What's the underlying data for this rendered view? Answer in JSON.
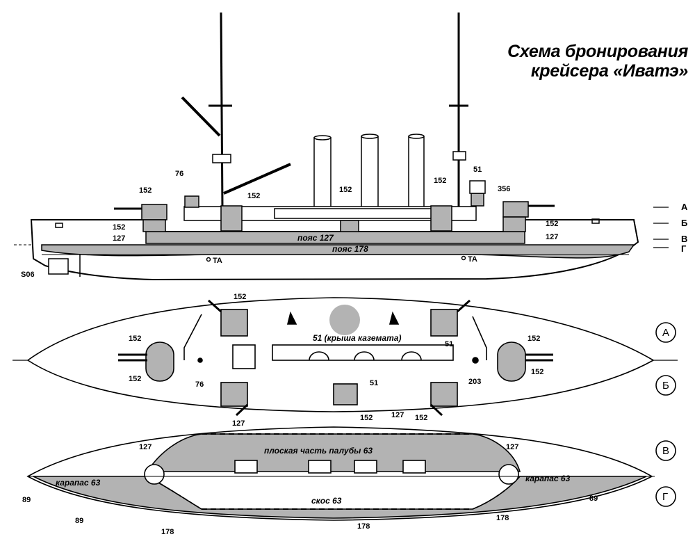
{
  "title": {
    "line1": "Схема бронирования",
    "line2": "крейсера «Иватэ»"
  },
  "side_view": {
    "deck_labels": [
      "А",
      "Б",
      "В",
      "Г"
    ],
    "belt_upper": "пояс 127",
    "belt_main": "пояс 178",
    "torpedo_labels": [
      "TA",
      "TA"
    ],
    "signature": "S06",
    "labels": {
      "l152_fore_turret": "152",
      "l76": "76",
      "l152_fore_casemate": "152",
      "l152_mid": "152",
      "l152_aft_casemate": "152",
      "l51": "51",
      "l356": "356",
      "l152_left_side": "152",
      "l127_left_side": "127",
      "l152_right_side": "152",
      "l127_right_side": "127"
    }
  },
  "plan_upper": {
    "section_labels": [
      "А",
      "Б"
    ],
    "casemate_roof": "51 (крыша каземата)",
    "labels": {
      "c152_top_left": "152",
      "c152_left_upper": "152",
      "c152_left_lower": "152",
      "c76": "76",
      "c51_right_top": "51",
      "c152_right_upper": "152",
      "c152_right_lower": "152",
      "c203": "203",
      "c51_mid": "51",
      "c152_bottom_mid": "152",
      "c152_bottom_right": "152"
    }
  },
  "plan_lower": {
    "section_labels": [
      "В",
      "Г"
    ],
    "flat_deck": "плоская часть палубы 63",
    "carapace_left": "карапас 63",
    "carapace_right": "карапас 63",
    "slope": "скос 63",
    "labels": {
      "d127_top_left": "127",
      "d127_top_right": "127",
      "d127_left": "127",
      "d127_right": "127",
      "d89_left_end": "89",
      "d89_left_bottom": "89",
      "d89_right": "89",
      "d178_left": "178",
      "d178_mid": "178",
      "d178_right": "178"
    }
  },
  "colors": {
    "armor_fill": "#b3b3b3",
    "line": "#000000",
    "background": "#ffffff"
  }
}
